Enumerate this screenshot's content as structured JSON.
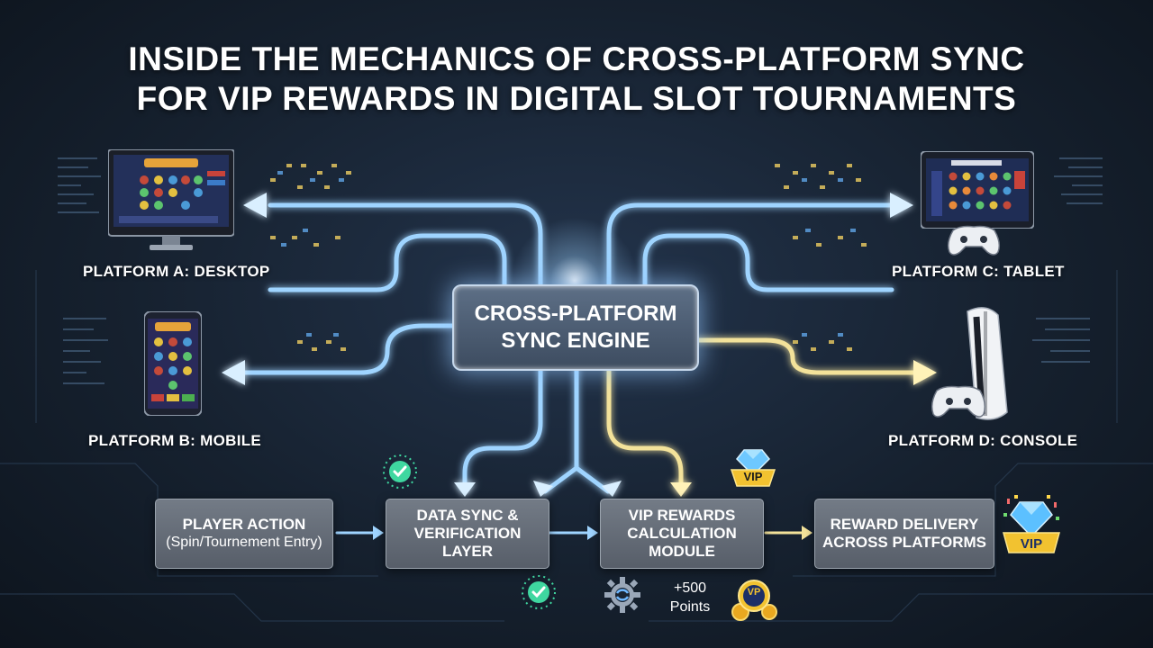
{
  "title": {
    "line1": "INSIDE THE MECHANICS OF CROSS-PLATFORM SYNC",
    "line2": "FOR VIP REWARDS IN DIGITAL SLOT TOURNAMENTS"
  },
  "platforms": {
    "a": "PLATFORM A: DESKTOP",
    "b": "PLATFORM B: MOBILE",
    "c": "PLATFORM C: TABLET",
    "d": "PLATFORM D: CONSOLE"
  },
  "engine": {
    "line1": "CROSS-PLATFORM",
    "line2": "SYNC ENGINE"
  },
  "flow": {
    "player_action": {
      "line1": "PLAYER ACTION",
      "line2": "(Spin/Tournement Entry)"
    },
    "data_sync": {
      "line1": "DATA SYNC &",
      "line2": "VERIFICATION",
      "line3": "LAYER"
    },
    "vip_calc": {
      "line1": "VIP REWARDS",
      "line2": "CALCULATION",
      "line3": "MODULE"
    },
    "delivery": {
      "line1": "REWARD DELIVERY",
      "line2": "ACROSS PLATFORMS"
    }
  },
  "points": {
    "line1": "+500",
    "line2": "Points"
  },
  "badges": {
    "vip": "VIP",
    "vip_coin": "VP",
    "vip_ribbon": "VIP"
  },
  "icons": [
    "check-circle-icon",
    "gear-sync-icon",
    "diamond-vip-icon",
    "coin-icon",
    "desktop-icon",
    "phone-icon",
    "tablet-icon",
    "console-icon",
    "gamepad-icon"
  ],
  "colors": {
    "blue_flow": "#9fd4ff",
    "gold_flow": "#f3e29a",
    "check_green": "#3fd7a0",
    "gold": "#f2c230"
  }
}
